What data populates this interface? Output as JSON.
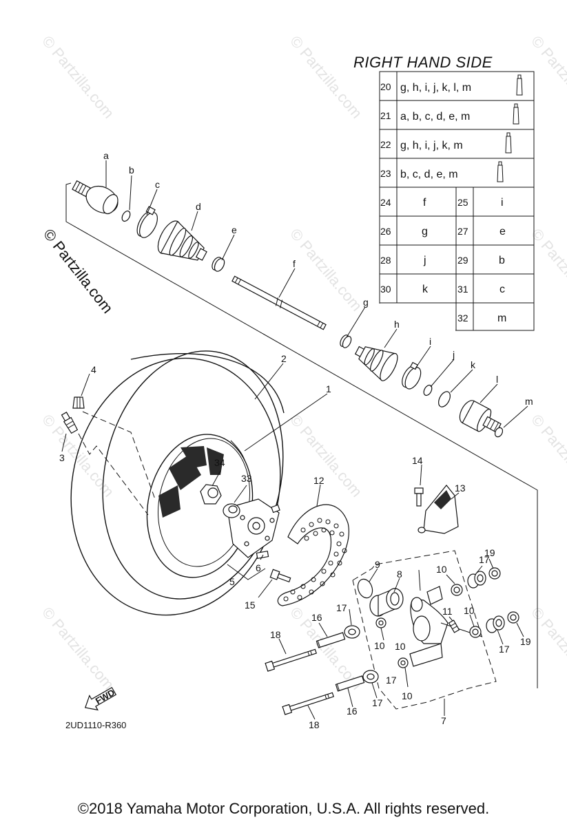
{
  "header": {
    "side_title": "RIGHT HAND SIDE"
  },
  "reference_table": {
    "kits": [
      {
        "num": "20",
        "parts": "g, h, i, j, k, l, m"
      },
      {
        "num": "21",
        "parts": "a, b, c, d, e, m"
      },
      {
        "num": "22",
        "parts": "g, h, i, j, k, m"
      },
      {
        "num": "23",
        "parts": "b, c, d, e, m"
      }
    ],
    "singles": [
      {
        "num": "24",
        "part": "f"
      },
      {
        "num": "25",
        "part": "i"
      },
      {
        "num": "26",
        "part": "g"
      },
      {
        "num": "27",
        "part": "e"
      },
      {
        "num": "28",
        "part": "j"
      },
      {
        "num": "29",
        "part": "b"
      },
      {
        "num": "30",
        "part": "k"
      },
      {
        "num": "31",
        "part": "c"
      },
      {
        "num": "32",
        "part": "m"
      }
    ],
    "grease_icon": "grease-tube-icon"
  },
  "callouts": {
    "letters": [
      "a",
      "b",
      "c",
      "d",
      "e",
      "f",
      "g",
      "h",
      "i",
      "j",
      "k",
      "l",
      "m"
    ],
    "numbers": [
      "1",
      "2",
      "3",
      "4",
      "5",
      "6",
      "7",
      "8",
      "9",
      "10",
      "10",
      "10",
      "10",
      "10",
      "11",
      "12",
      "13",
      "14",
      "15",
      "16",
      "16",
      "17",
      "17",
      "17",
      "17",
      "17",
      "18",
      "18",
      "19",
      "19",
      "33",
      "34"
    ]
  },
  "diagram_code": "2UD1110-R360",
  "fwd_label": "FWD",
  "watermark": {
    "main": "© Partzilla.com",
    "faint": "© Partzilla.com"
  },
  "footer": {
    "copyright": "©2018 Yamaha Motor Corporation, U.S.A. All rights reserved."
  }
}
